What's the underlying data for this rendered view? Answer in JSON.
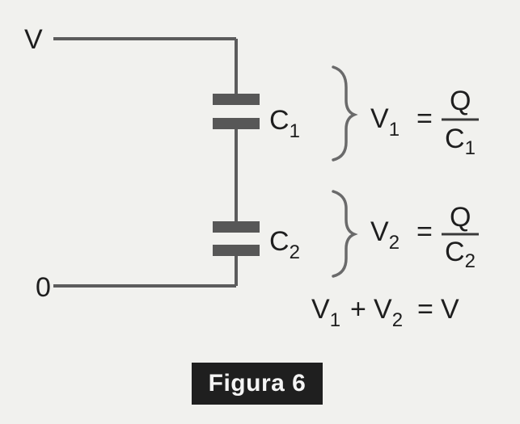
{
  "figure": {
    "caption": "Figura 6"
  },
  "circuit": {
    "terminal_top": "V",
    "terminal_bottom": "0",
    "capacitor_1": {
      "letter": "C",
      "index": "1"
    },
    "capacitor_2": {
      "letter": "C",
      "index": "2"
    }
  },
  "equations": {
    "v1": {
      "lhs_letter": "V",
      "lhs_index": "1",
      "equals": "=",
      "numerator": "Q",
      "denominator_letter": "C",
      "denominator_index": "1"
    },
    "v2": {
      "lhs_letter": "V",
      "lhs_index": "2",
      "equals": "=",
      "numerator": "Q",
      "denominator_letter": "C",
      "denominator_index": "2"
    },
    "sum": {
      "term1_letter": "V",
      "term1_index": "1",
      "plus": "+",
      "term2_letter": "V",
      "term2_index": "2",
      "equals": "=",
      "rhs": "V"
    }
  },
  "colors": {
    "wire": "#5c5c5c",
    "plate": "#575757",
    "brace": "#6a6a6a",
    "text": "#1e1e1e",
    "caption_bg": "#1f1f1f",
    "caption_text": "#f4f4f4"
  }
}
